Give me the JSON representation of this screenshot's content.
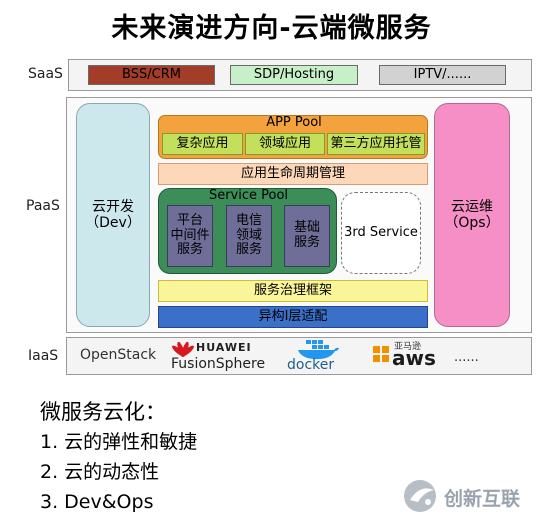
{
  "title": "未来演进方向-云端微服务",
  "layers": {
    "saas": "SaaS",
    "paas": "PaaS",
    "iaas": "IaaS"
  },
  "saas": {
    "bss": "BSS/CRM",
    "sdp": "SDP/Hosting",
    "iptv": "IPTV/......"
  },
  "paas": {
    "dev": {
      "line1": "云开发",
      "line2": "（Dev）"
    },
    "ops": {
      "line1": "云运维",
      "line2": "（Ops）"
    },
    "app_pool": {
      "title": "APP Pool",
      "items": [
        "复杂应用",
        "领域应用",
        "第三方应用托管"
      ]
    },
    "lifecycle": "应用生命周期管理",
    "service_pool": {
      "title": "Service Pool",
      "items": [
        {
          "l1": "平台",
          "l2": "中间件",
          "l3": "服务"
        },
        {
          "l1": "电信",
          "l2": "领域",
          "l3": "服务"
        },
        {
          "l1": "基础",
          "l2": "服务",
          "l3": ""
        }
      ]
    },
    "third_service": "3rd Service",
    "governance": "服务治理框架",
    "adapter": "异构I层适配"
  },
  "iaas": {
    "openstack": "OpenStack",
    "huawei": {
      "brand": "HUAWEI",
      "product": "FusionSphere"
    },
    "docker": "docker",
    "aws_small": "亚马逊",
    "aws": "aws",
    "more": "......"
  },
  "points": {
    "heading": "微服务云化：",
    "items": [
      "1.  云的弹性和敏捷",
      "2.  云的动态性",
      "3.  Dev&Ops"
    ]
  },
  "watermark": "创新互联",
  "colors": {
    "bss": "#a33c28",
    "sdp": "#c8f0c8",
    "iptv": "#d2d2d2",
    "dev": "#cde8ec",
    "ops": "#f68fc6",
    "app_pool": "#f3a23d",
    "app_item": "#c3df5c",
    "lifecycle": "#fcd8b8",
    "service_pool": "#3d8d59",
    "service_item": "#6f6e99",
    "governance": "#fbf59a",
    "adapter": "#3b70c9"
  }
}
